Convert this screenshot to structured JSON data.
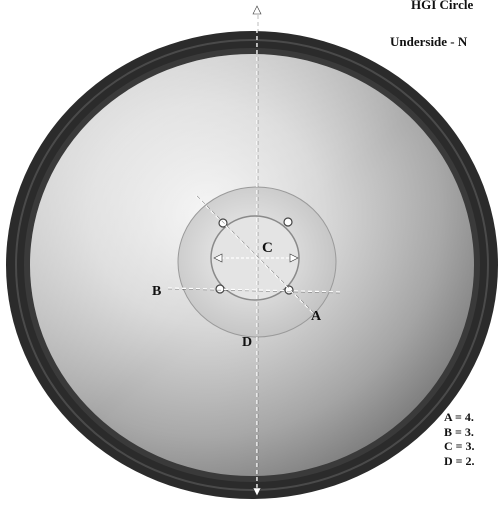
{
  "header": {
    "title": "HGI Circle",
    "subtitle": "Underside - N"
  },
  "labels": {
    "a": "A",
    "b": "B",
    "c": "C",
    "d": "D"
  },
  "legend": {
    "items": [
      "A = 4.",
      "B = 3.",
      "C = 3.",
      "D = 2."
    ]
  },
  "colors": {
    "rim": "#2a2a2a",
    "bowl_light": "#e6e6e6",
    "bowl_dark": "#8f8f8f",
    "center_plate": "#d9d9d9",
    "dimension_line": "#ffffff"
  }
}
